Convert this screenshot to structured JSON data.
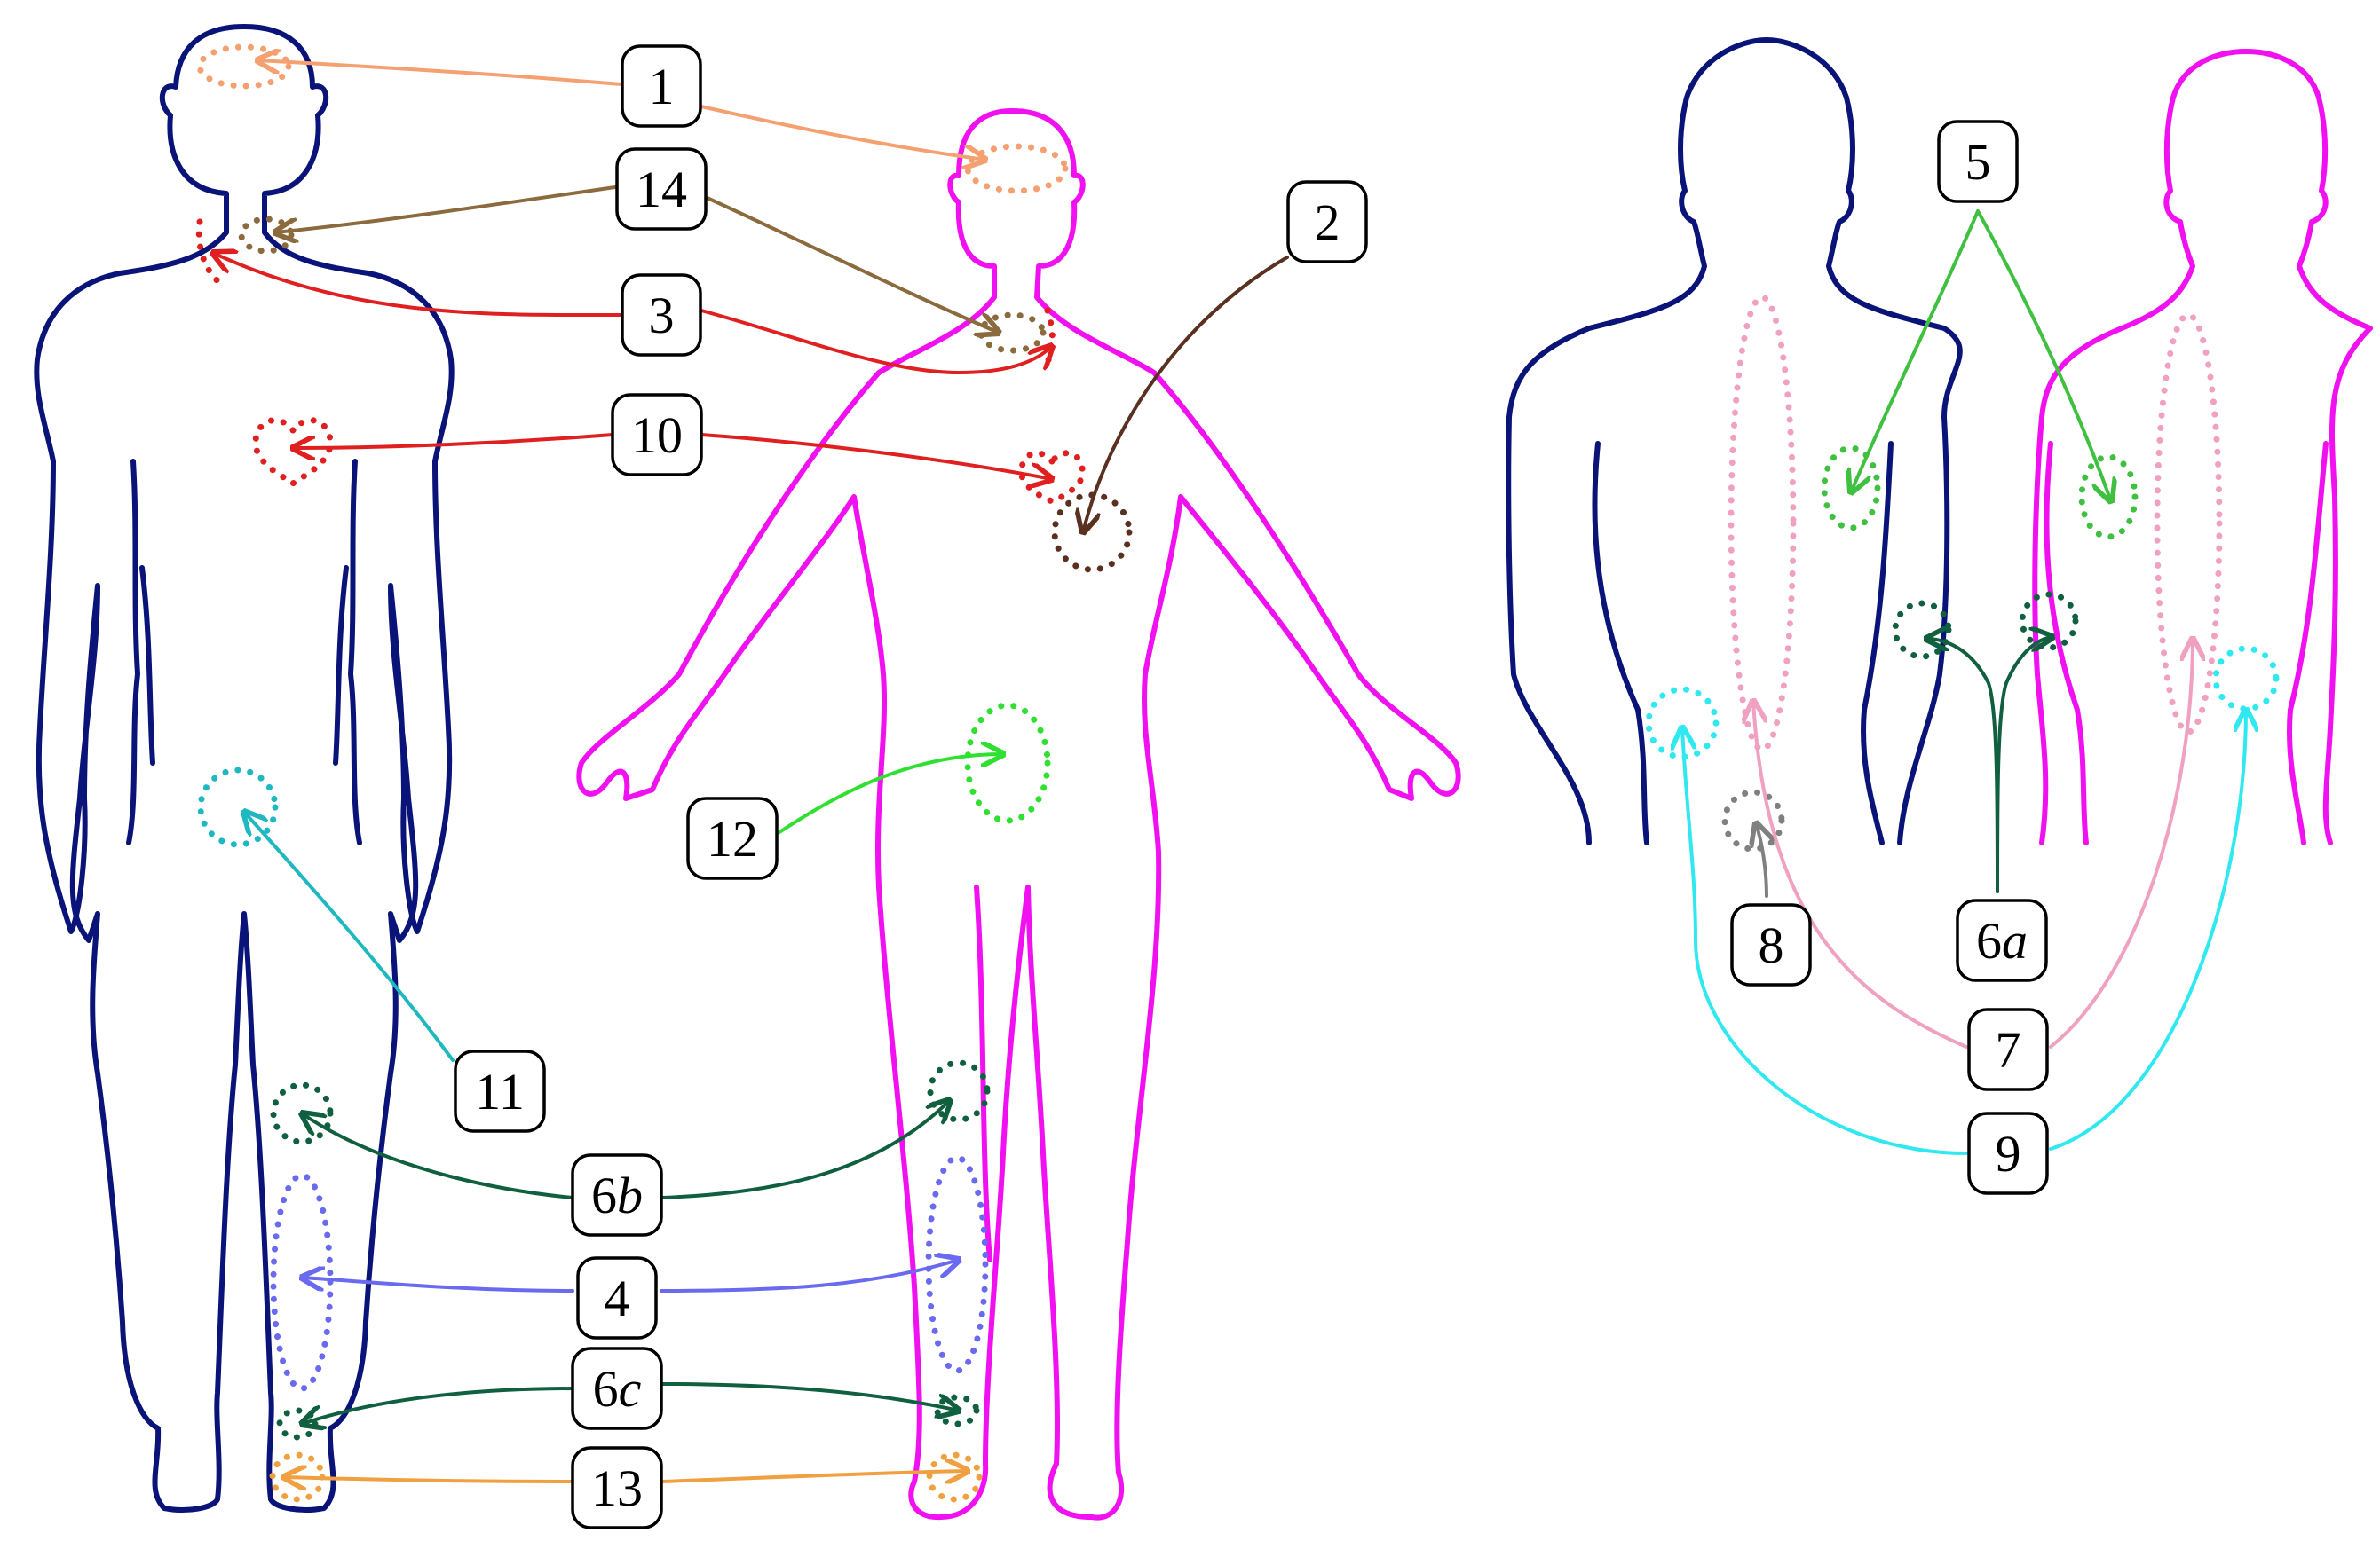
{
  "colors": {
    "male": "#0a1478",
    "female": "#f010f0",
    "white": "#ffffff"
  },
  "labels": [
    {
      "id": "l1",
      "text": "1"
    },
    {
      "id": "l14",
      "text": "14"
    },
    {
      "id": "l3",
      "text": "3"
    },
    {
      "id": "l10",
      "text": "10"
    },
    {
      "id": "l2",
      "text": "2"
    },
    {
      "id": "l12",
      "text": "12"
    },
    {
      "id": "l11",
      "text": "11"
    },
    {
      "id": "l6b",
      "text": "6",
      "suffix": "b"
    },
    {
      "id": "l4",
      "text": "4"
    },
    {
      "id": "l6c",
      "text": "6",
      "suffix": "c"
    },
    {
      "id": "l13",
      "text": "13"
    },
    {
      "id": "l5",
      "text": "5"
    },
    {
      "id": "l8",
      "text": "8"
    },
    {
      "id": "l6a",
      "text": "6",
      "suffix": "a"
    },
    {
      "id": "l7",
      "text": "7"
    },
    {
      "id": "l9",
      "text": "9"
    }
  ],
  "regions": [
    {
      "id": "r1",
      "label": "1",
      "color": "#f4a070"
    },
    {
      "id": "r14",
      "label": "14",
      "color": "#8b6a3e"
    },
    {
      "id": "r3",
      "label": "3",
      "color": "#e02020"
    },
    {
      "id": "r10",
      "label": "10",
      "color": "#e02020"
    },
    {
      "id": "r2",
      "label": "2",
      "color": "#5a3020"
    },
    {
      "id": "r12",
      "label": "12",
      "color": "#30e030"
    },
    {
      "id": "r11",
      "label": "11",
      "color": "#20b8c0"
    },
    {
      "id": "r6b",
      "label": "6b",
      "color": "#106040"
    },
    {
      "id": "r4",
      "label": "4",
      "color": "#6a6af0"
    },
    {
      "id": "r6c",
      "label": "6c",
      "color": "#106040"
    },
    {
      "id": "r13",
      "label": "13",
      "color": "#f0a040"
    },
    {
      "id": "r5",
      "label": "5",
      "color": "#40c040"
    },
    {
      "id": "r8",
      "label": "8",
      "color": "#808080"
    },
    {
      "id": "r6a",
      "label": "6a",
      "color": "#106040"
    },
    {
      "id": "r7",
      "label": "7",
      "color": "#f0a0c0"
    },
    {
      "id": "r9",
      "label": "9",
      "color": "#30e8f0"
    }
  ]
}
